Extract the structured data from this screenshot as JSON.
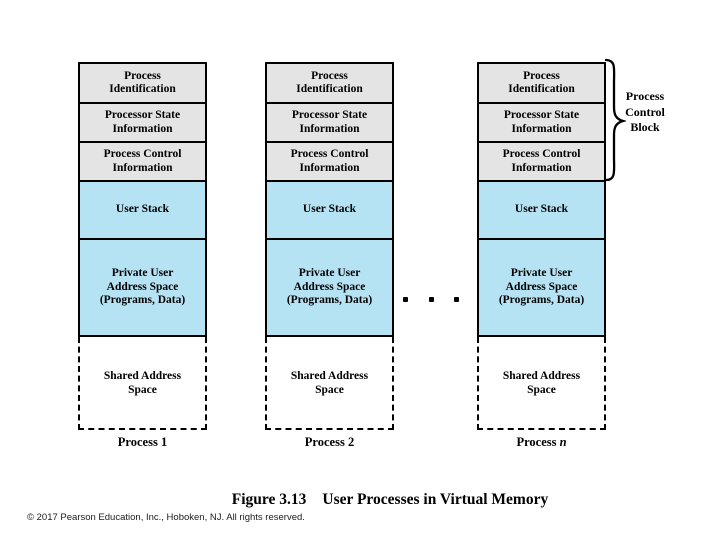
{
  "slide": {
    "caption": {
      "figure_label": "Figure 3.13",
      "title": "User Processes in Virtual Memory"
    },
    "copyright": "© 2017 Pearson Education, Inc., Hoboken, NJ. All rights reserved.",
    "ellipsis_symbol": "• • •"
  },
  "pcb_brace": {
    "line1": "Process",
    "line2": "Control",
    "line3": "Block"
  },
  "colors": {
    "pcb_section_fill": "#e4e4e4",
    "user_section_fill": "#b6e3f4",
    "shared_section_fill": "#ffffff",
    "border": "#000000"
  },
  "columns": [
    {
      "footer_label": "Process",
      "footer_num": "1",
      "sections": {
        "pid": {
          "line1": "Process",
          "line2": "Identification"
        },
        "psi": {
          "line1": "Processor State",
          "line2": "Information"
        },
        "pci": {
          "line1": "Process Control",
          "line2": "Information"
        },
        "stack": {
          "line1": "User Stack"
        },
        "priv": {
          "line1": "Private User",
          "line2": "Address Space",
          "line3": "(Programs, Data)"
        },
        "shared": {
          "line1": "Shared Address",
          "line2": "Space"
        }
      }
    },
    {
      "footer_label": "Process",
      "footer_num": "2",
      "sections": {
        "pid": {
          "line1": "Process",
          "line2": "Identification"
        },
        "psi": {
          "line1": "Processor State",
          "line2": "Information"
        },
        "pci": {
          "line1": "Process Control",
          "line2": "Information"
        },
        "stack": {
          "line1": "User Stack"
        },
        "priv": {
          "line1": "Private User",
          "line2": "Address Space",
          "line3": "(Programs, Data)"
        },
        "shared": {
          "line1": "Shared Address",
          "line2": "Space"
        }
      }
    },
    {
      "footer_label": "Process",
      "footer_num": "n",
      "sections": {
        "pid": {
          "line1": "Process",
          "line2": "Identification"
        },
        "psi": {
          "line1": "Processor State",
          "line2": "Information"
        },
        "pci": {
          "line1": "Process Control",
          "line2": "Information"
        },
        "stack": {
          "line1": "User Stack"
        },
        "priv": {
          "line1": "Private User",
          "line2": "Address Space",
          "line3": "(Programs, Data)"
        },
        "shared": {
          "line1": "Shared Address",
          "line2": "Space"
        }
      }
    }
  ]
}
